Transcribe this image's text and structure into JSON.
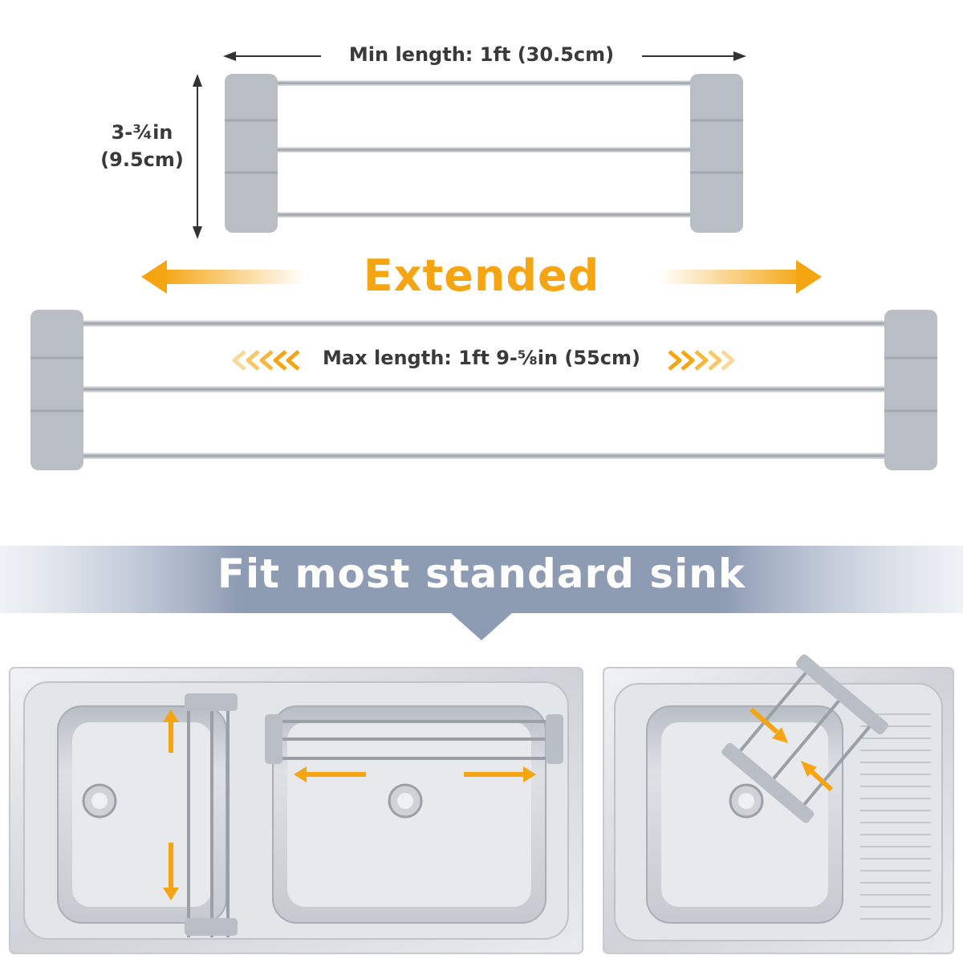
{
  "dimensions": {
    "min_length": "Min length:  1ft (30.5cm)",
    "height_line1": "3-¾in",
    "height_line2": "(9.5cm)",
    "extended": "Extended",
    "max_length": "Max length: 1ft 9-⅝in (55cm)"
  },
  "banner": {
    "title": "Fit most standard sink"
  },
  "colors": {
    "accent": "#f5a512",
    "rack_gray": "#b9bdc4",
    "banner": "#8a9ab4",
    "steel": "#cfd3d8"
  },
  "icons": [
    "double-arrow-horizontal-icon",
    "double-arrow-vertical-icon",
    "arrow-left-icon",
    "arrow-right-icon",
    "chevrons-left-icon",
    "chevrons-right-icon",
    "drain-icon"
  ]
}
